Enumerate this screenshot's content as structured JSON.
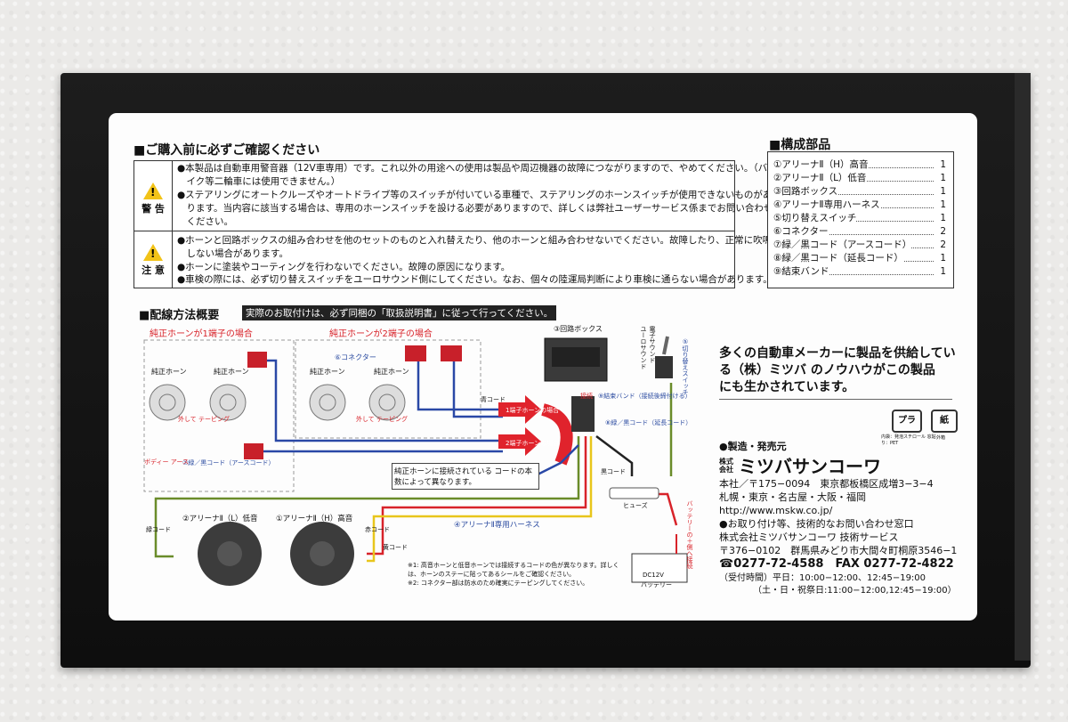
{
  "warning_section": {
    "heading": "■ご購入前に必ずご確認ください",
    "warn_label": "警 告",
    "warn_lines": [
      "●本製品は自動車用警音器（12V車専用）です。これ以外の用途への使用は製品や周辺機器の故障につながりますので、やめてください。（バ",
      "　イク等二輪車には使用できません。）",
      "●ステアリングにオートクルーズやオートドライブ等のスイッチが付いている車種で、ステアリングのホーンスイッチが使用できないものがあ",
      "　ります。当内容に該当する場合は、専用のホーンスイッチを設ける必要がありますので、詳しくは弊社ユーザーサービス係までお問い合わせ",
      "　ください。"
    ],
    "caution_label": "注 意",
    "caution_lines": [
      "●ホーンと回路ボックスの組み合わせを他のセットのものと入れ替えたり、他のホーンと組み合わせないでください。故障したり、正常に吹鳴",
      "　しない場合があります。",
      "●ホーンに塗装やコーティングを行わないでください。故障の原因になります。",
      "●車検の際には、必ず切り替えスイッチをユーロサウンド側にしてください。なお、個々の陸運局判断により車検に通らない場合があります。"
    ]
  },
  "parts_section": {
    "heading": "■構成部品",
    "items": [
      {
        "name": "①アリーナⅡ（H）高音",
        "qty": "1"
      },
      {
        "name": "②アリーナⅡ（L）低音",
        "qty": "1"
      },
      {
        "name": "③回路ボックス",
        "qty": "1"
      },
      {
        "name": "④アリーナⅡ専用ハーネス",
        "qty": "1"
      },
      {
        "name": "⑤切り替えスイッチ",
        "qty": "1"
      },
      {
        "name": "⑥コネクター",
        "qty": "2"
      },
      {
        "name": "⑦緑／黒コード（アースコード）",
        "qty": "2"
      },
      {
        "name": "⑧緑／黒コード（延長コード）",
        "qty": "1"
      },
      {
        "name": "⑨結束バンド",
        "qty": "1"
      }
    ]
  },
  "wiring": {
    "heading": "■配線方法概要",
    "subheading": "実際のお取付けは、必ず同梱の「取扱説明書」に従って行ってください。",
    "one_terminal": "純正ホーンが1端子の場合",
    "two_terminal": "純正ホーンが2端子の場合",
    "genuine_horn": "純正ホーン",
    "connector": "⑥コネクター",
    "cut_tape": "外して テーピング",
    "circuit_box": "③回路ボックス",
    "band": "⑨結束バンド（接続後締付ける）",
    "extension": "⑧緑／黒コード（延長コード）",
    "earth_code": "⑦緑／黒コード（アースコード）",
    "switch": "⑤切り替えスイッチ",
    "euro_sound": "ユーロサウンド",
    "electric_sound": "電子サウンド",
    "case_1": "1端子ホーンの場合",
    "case_2": "2端子ホーンの場合",
    "note_box": "純正ホーンに接続されている コードの本数によって異なります。",
    "harness": "④アリーナⅡ専用ハーネス",
    "horn_low": "②アリーナⅡ（L）低音",
    "horn_high": "①アリーナⅡ（H）高音",
    "fuse": "ヒューズ",
    "battery": "バッテリー",
    "battery_v": "DC12V",
    "body_earth": "ボディー アース",
    "blue_code": "青コード",
    "black_code": "黒コード",
    "red_code": "赤コード",
    "connect": "接続",
    "green_code": "緑コード",
    "yellow_code": "黄コード",
    "battery_plus": "バッテリーの＋側へ接続",
    "footnote1": "※1: 高音ホーンと低音ホーンでは接続するコードの色が異なります。詳しくは、ホーンのステーに貼ってあるシールをご確認ください。",
    "footnote2": "※2: コネクター部は防水のため確実にテーピングしてください。"
  },
  "promo": {
    "line1": "多くの自動車メーカーに製品を供給してい",
    "line2": "る（株）ミツバ のノウハウがこの製品",
    "line3": "にも生かされています。"
  },
  "recycle": {
    "pla": "プラ",
    "paper": "紙",
    "pla_caption": "内袋：発泡スチロール 窓貼り：PET",
    "paper_caption": "外箱"
  },
  "company": {
    "maker_label": "●製造・発売元",
    "kaisha": "株式 会社",
    "name": "ミツバサンコーワ",
    "hq": "本社／〒175−0094　東京都板橋区成増3−3−4",
    "branches": "札幌・東京・名古屋・大阪・福岡",
    "url": "http://www.mskw.co.jp/",
    "contact_label": "●お取り付け等、技術的なお問い合わせ窓口",
    "service": "株式会社ミツバサンコーワ 技術サービス",
    "address": "〒376−0102　群馬県みどり市大間々町桐原3546−1",
    "phone": "☎0277-72-4588　FAX 0277-72-4822",
    "hours1": "（受付時間）平日：10:00−12:00、12:45−19:00",
    "hours2": "（土・日・祝祭日:11:00−12:00,12:45−19:00）"
  }
}
